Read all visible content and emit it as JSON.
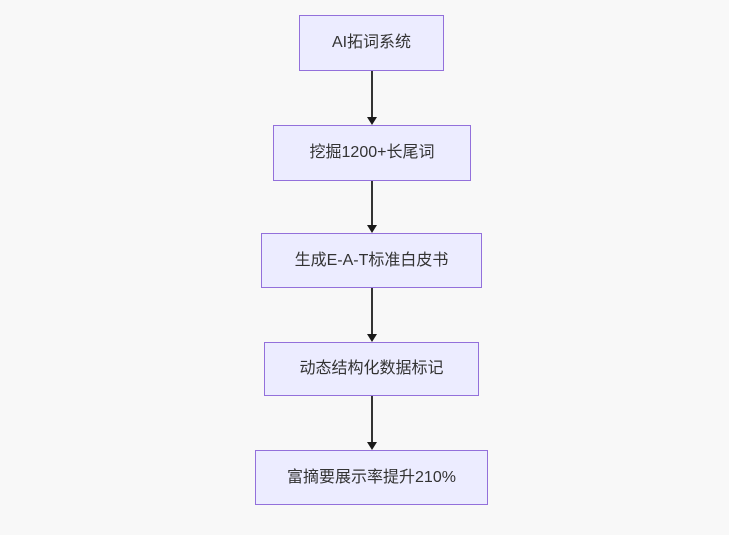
{
  "diagram": {
    "type": "flowchart",
    "direction": "top-down",
    "nodes": [
      {
        "id": "A",
        "label": "AI拓词系统"
      },
      {
        "id": "B",
        "label": "挖掘1200+长尾词"
      },
      {
        "id": "C",
        "label": "生成E-A-T标准白皮书"
      },
      {
        "id": "D",
        "label": "动态结构化数据标记"
      },
      {
        "id": "E",
        "label": "富摘要展示率提升210%"
      }
    ],
    "edges": [
      {
        "from": "A",
        "to": "B",
        "style": "arrow"
      },
      {
        "from": "B",
        "to": "C",
        "style": "arrow"
      },
      {
        "from": "C",
        "to": "D",
        "style": "arrow"
      },
      {
        "from": "D",
        "to": "E",
        "style": "arrow"
      }
    ],
    "colors": {
      "background": "#f8f8f8",
      "node_fill": "#ECECFF",
      "node_border": "#9370DB",
      "node_text": "#333333",
      "edge_line": "#333333",
      "arrow_head": "#1a1a1a"
    }
  }
}
